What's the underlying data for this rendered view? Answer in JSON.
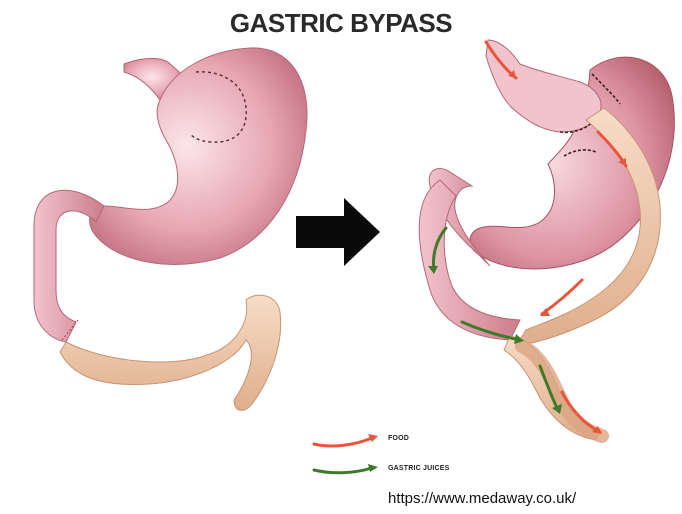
{
  "title": "GASTRIC BYPASS",
  "legend": {
    "food_label": "FOOD",
    "juices_label": "GASTRIC JUICES",
    "food_color": "#e8553a",
    "juices_color": "#3f7a2a"
  },
  "source_url": "https://www.medaway.co.uk/",
  "colors": {
    "stomach": "#d98a98",
    "stomach_light": "#f4cfd6",
    "intestine": "#efc6a6",
    "arrow_black": "#0a0a0a"
  },
  "icons": {
    "transition_arrow": "right-arrow-icon"
  }
}
